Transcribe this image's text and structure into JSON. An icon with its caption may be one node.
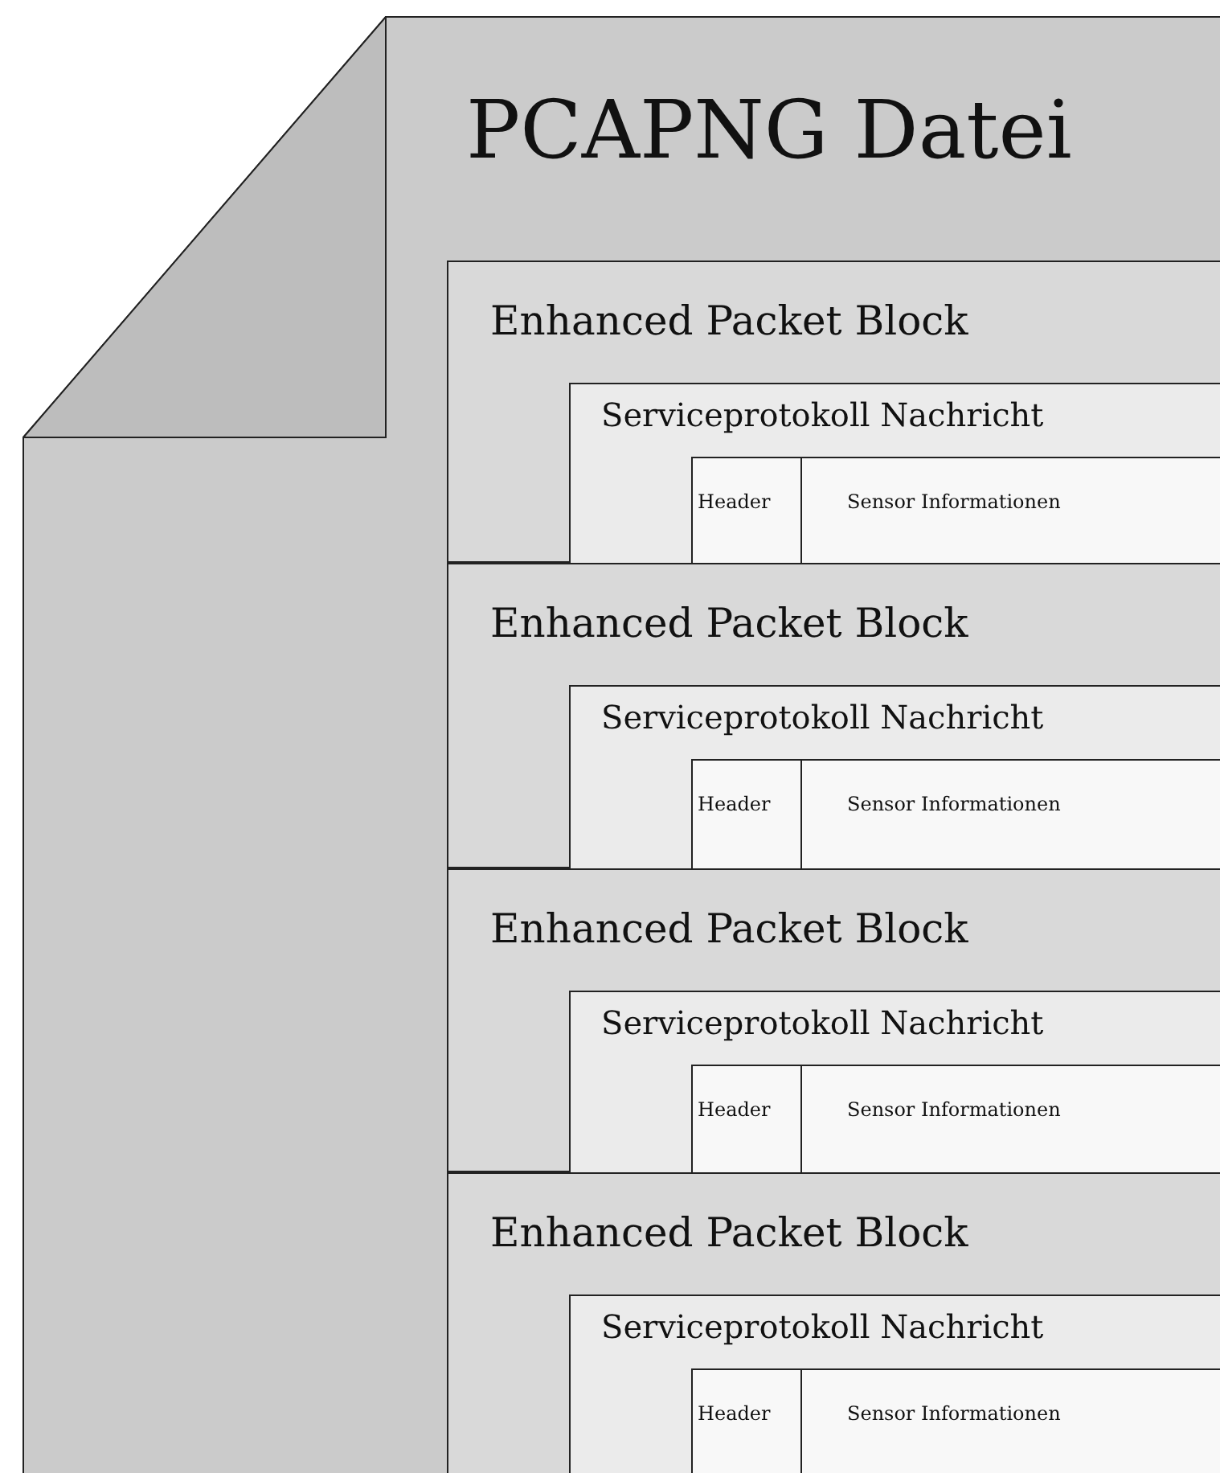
{
  "diagram": {
    "nodes": [
      {
        "text": [
          "PCAPNG Datei"
        ]
      },
      {
        "text": [
          "Enhanced Packet Block"
        ],
        "in": 0
      },
      {
        "text": [
          "Serviceprotokoll Nachricht"
        ],
        "in": 1
      },
      {
        "text": [
          "Header"
        ],
        "in": 2
      },
      {
        "text": [
          "Sensor Informationen"
        ],
        "in": 2
      },
      {
        "text": [
          "Enhanced Packet Block"
        ],
        "in": 0
      },
      {
        "text": [
          "Serviceprotokoll Nachricht"
        ],
        "in": 5
      },
      {
        "text": [
          "Header"
        ],
        "in": 6
      },
      {
        "text": [
          "Sensor Informationen"
        ],
        "in": 6
      },
      {
        "text": [
          "Enhanced Packet Block"
        ],
        "in": 0
      },
      {
        "text": [
          "Serviceprotokoll Nachricht"
        ],
        "in": 9
      },
      {
        "text": [
          "Header"
        ],
        "in": 10
      },
      {
        "text": [
          "Sensor Informationen"
        ],
        "in": 10
      },
      {
        "text": [
          "Enhanced Packet Block"
        ],
        "in": 0
      },
      {
        "text": [
          "Serviceprotokoll Nachricht"
        ],
        "in": 13
      },
      {
        "text": [
          "Header"
        ],
        "in": 14
      },
      {
        "text": [
          "Sensor Informationen"
        ],
        "in": 14
      }
    ]
  }
}
